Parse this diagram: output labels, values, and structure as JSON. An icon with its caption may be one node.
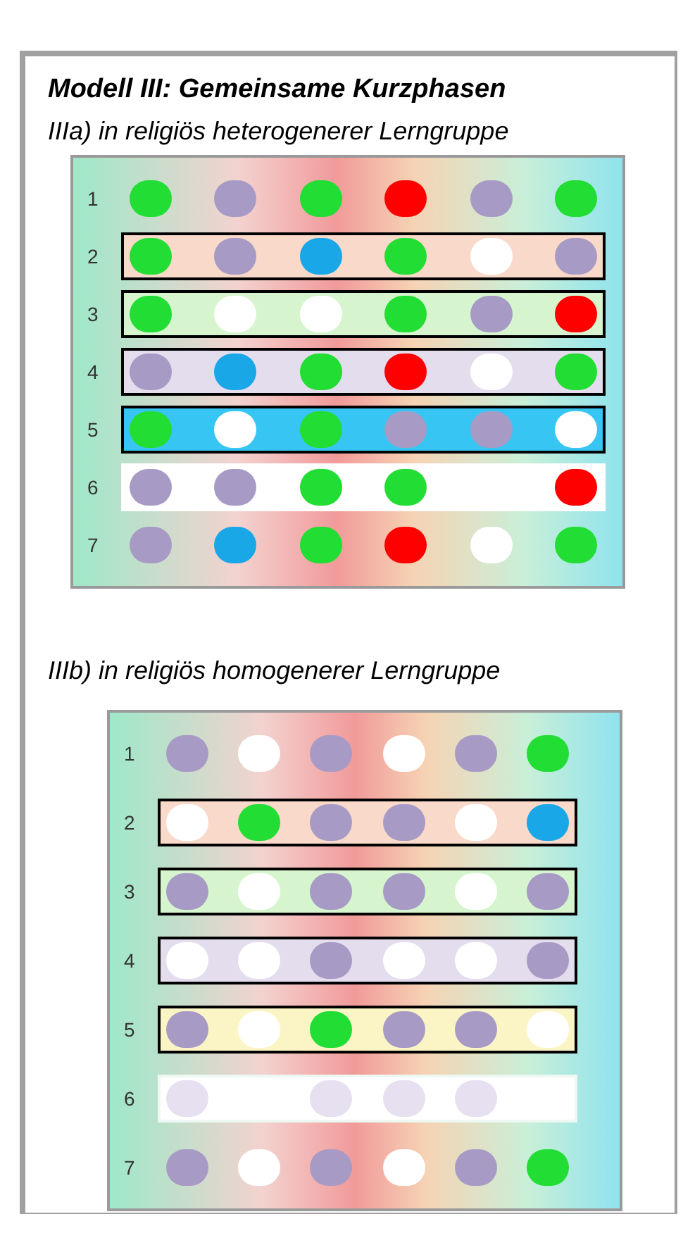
{
  "diagram": {
    "title": "Modell III: Gemeinsame Kurzphasen",
    "labels": [
      "IIIa) in religiös heterogenerer Lerngruppe",
      "1",
      "2",
      "3",
      "4",
      "5",
      "6",
      "7",
      "IIIb) in religiös homogenerer Lerngruppe",
      "1",
      "2",
      "3",
      "4",
      "5",
      "6",
      "7"
    ]
  }
}
